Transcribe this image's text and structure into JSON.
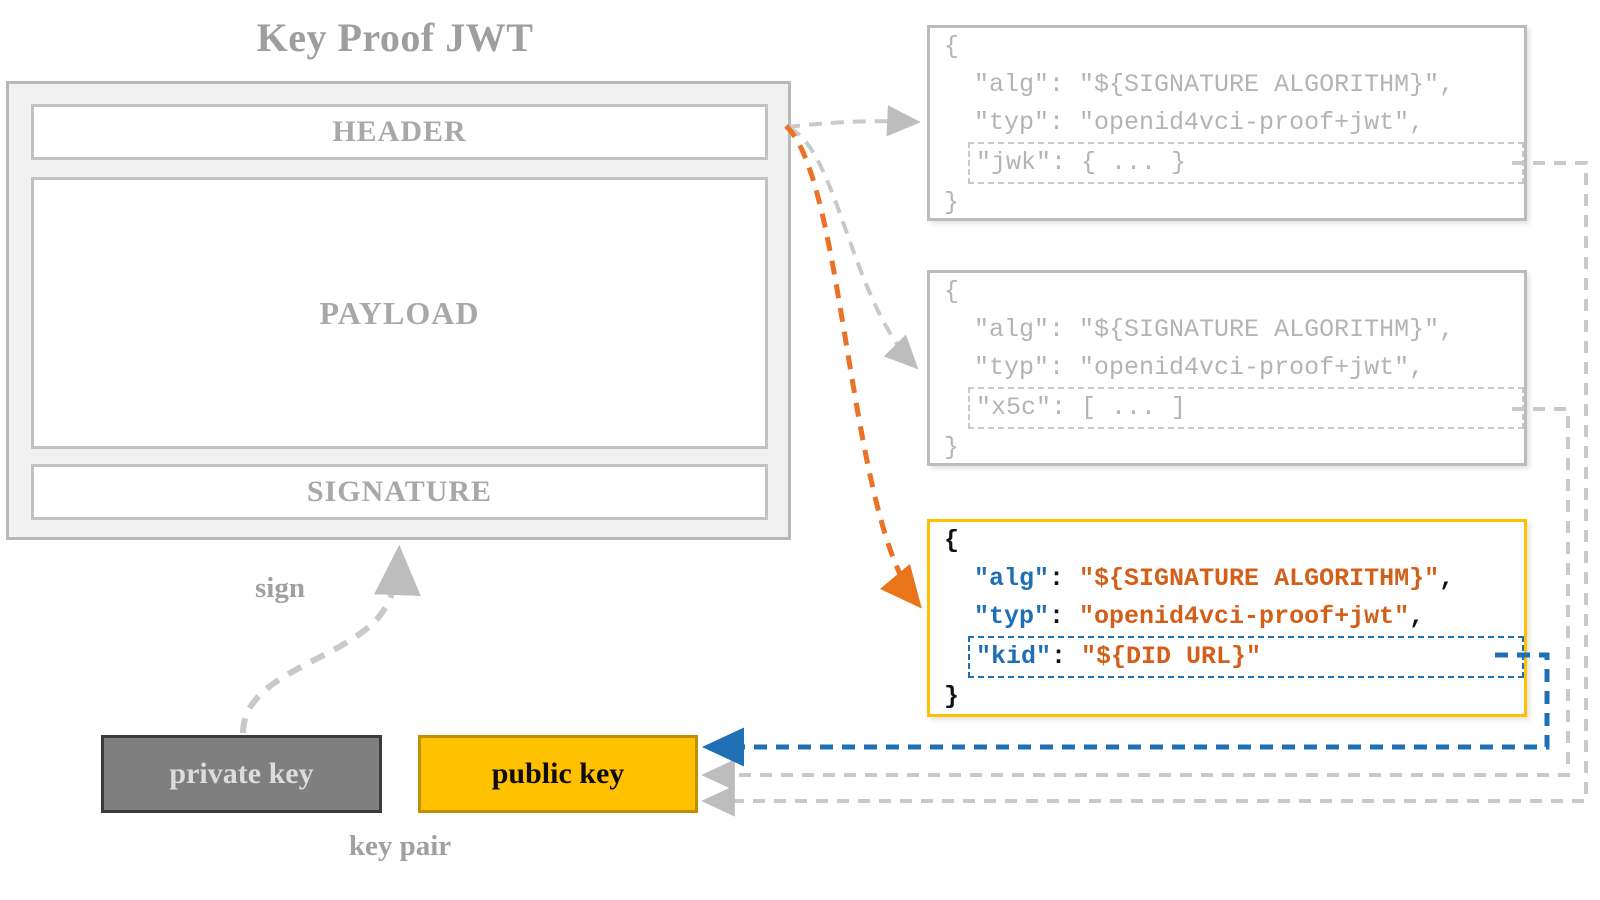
{
  "diagram": {
    "title": "Key Proof JWT",
    "jwt_segments": [
      {
        "name": "header",
        "label": "HEADER"
      },
      {
        "name": "payload",
        "label": "PAYLOAD"
      },
      {
        "name": "signature",
        "label": "SIGNATURE"
      }
    ],
    "keys": {
      "private_label": "private key",
      "public_label": "public key",
      "pair_label": "key pair",
      "sign_label": "sign"
    },
    "colors": {
      "accent_yellow": "#ffc000",
      "accent_orange": "#d2601a",
      "accent_blue": "#1f6fb5",
      "muted_gray": "#b4b4b4",
      "border_gray": "#bcbcbc",
      "private_key_fill": "#7f7f7f",
      "public_key_fill": "#ffc000"
    },
    "json_panels": [
      {
        "id": "jwk-variant",
        "highlighted": false,
        "open_brace": "{",
        "close_brace": "}",
        "lines": [
          {
            "key": "\"alg\"",
            "sep": ": ",
            "value": "\"${SIGNATURE ALGORITHM}\"",
            "trail": ",",
            "boxed": false
          },
          {
            "key": "\"typ\"",
            "sep": ": ",
            "value": "\"openid4vci-proof+jwt\"",
            "trail": ",",
            "boxed": false
          },
          {
            "key": "\"jwk\"",
            "sep": ": ",
            "value": "{ ... }",
            "trail": "",
            "boxed": true
          }
        ]
      },
      {
        "id": "x5c-variant",
        "highlighted": false,
        "open_brace": "{",
        "close_brace": "}",
        "lines": [
          {
            "key": "\"alg\"",
            "sep": ": ",
            "value": "\"${SIGNATURE ALGORITHM}\"",
            "trail": ",",
            "boxed": false
          },
          {
            "key": "\"typ\"",
            "sep": ": ",
            "value": "\"openid4vci-proof+jwt\"",
            "trail": ",",
            "boxed": false
          },
          {
            "key": "\"x5c\"",
            "sep": ": ",
            "value": "[ ... ]",
            "trail": "",
            "boxed": true
          }
        ]
      },
      {
        "id": "kid-variant",
        "highlighted": true,
        "open_brace": "{",
        "close_brace": "}",
        "lines": [
          {
            "key": "\"alg\"",
            "sep": ": ",
            "value": "\"${SIGNATURE ALGORITHM}\"",
            "trail": ",",
            "boxed": false
          },
          {
            "key": "\"typ\"",
            "sep": ": ",
            "value": "\"openid4vci-proof+jwt\"",
            "trail": ",",
            "boxed": false
          },
          {
            "key": "\"kid\"",
            "sep": ": ",
            "value": "\"${DID URL}\"",
            "trail": "",
            "boxed": true
          }
        ]
      }
    ],
    "connectors": [
      {
        "name": "header-to-jwk-variant",
        "style": "dashed-gray"
      },
      {
        "name": "header-to-x5c-variant",
        "style": "dashed-gray"
      },
      {
        "name": "header-to-kid-variant",
        "style": "dashed-orange"
      },
      {
        "name": "jwk-to-public-key",
        "style": "dashed-gray"
      },
      {
        "name": "x5c-to-public-key",
        "style": "dashed-gray"
      },
      {
        "name": "kid-to-public-key",
        "style": "dashed-blue"
      },
      {
        "name": "private-key-to-signature",
        "style": "dashed-gray"
      }
    ]
  }
}
